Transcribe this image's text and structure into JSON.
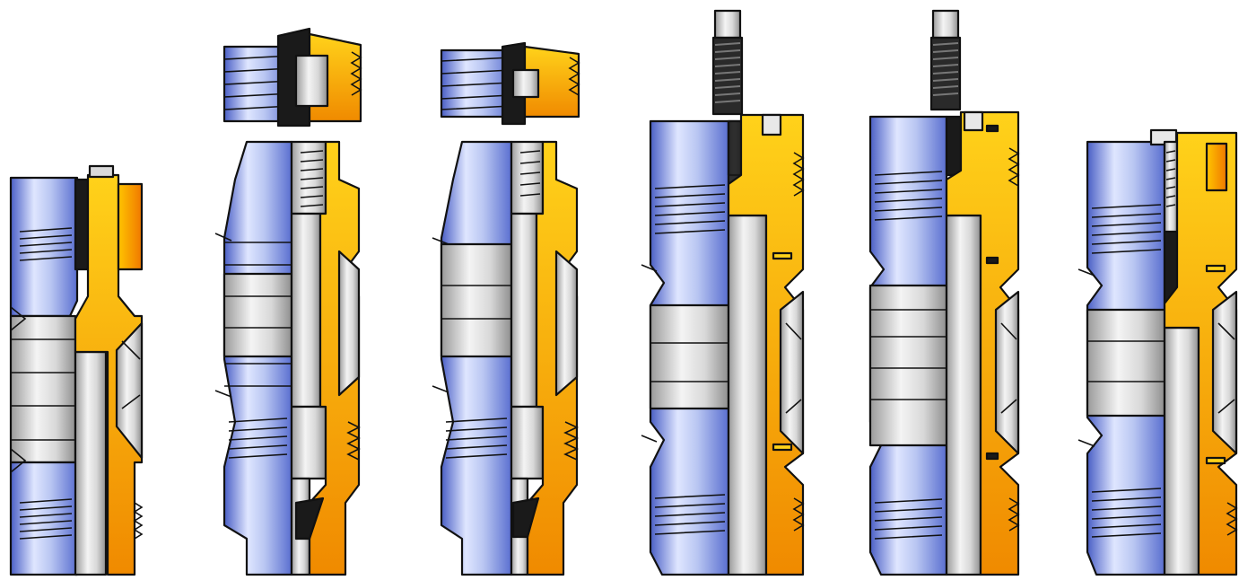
{
  "figure": {
    "palette": {
      "steel_light": "#eef2ff",
      "steel_mid": "#9fb0e6",
      "steel_dark": "#4a5fc6",
      "metal_light": "#f2f2f2",
      "metal_dark": "#9a9a9a",
      "brass_light": "#ffd21a",
      "brass_dark": "#f08a00",
      "rubber": "#1a1a1a",
      "outline": "#111111"
    },
    "tools": [
      {
        "id": "tool-1",
        "has_top_sub": false,
        "has_stinger": false
      },
      {
        "id": "tool-2",
        "has_top_sub": true,
        "has_stinger": false
      },
      {
        "id": "tool-3",
        "has_top_sub": true,
        "has_stinger": false
      },
      {
        "id": "tool-4",
        "has_top_sub": false,
        "has_stinger": true
      },
      {
        "id": "tool-5",
        "has_top_sub": false,
        "has_stinger": true
      },
      {
        "id": "tool-6",
        "has_top_sub": false,
        "has_stinger": false
      }
    ]
  }
}
